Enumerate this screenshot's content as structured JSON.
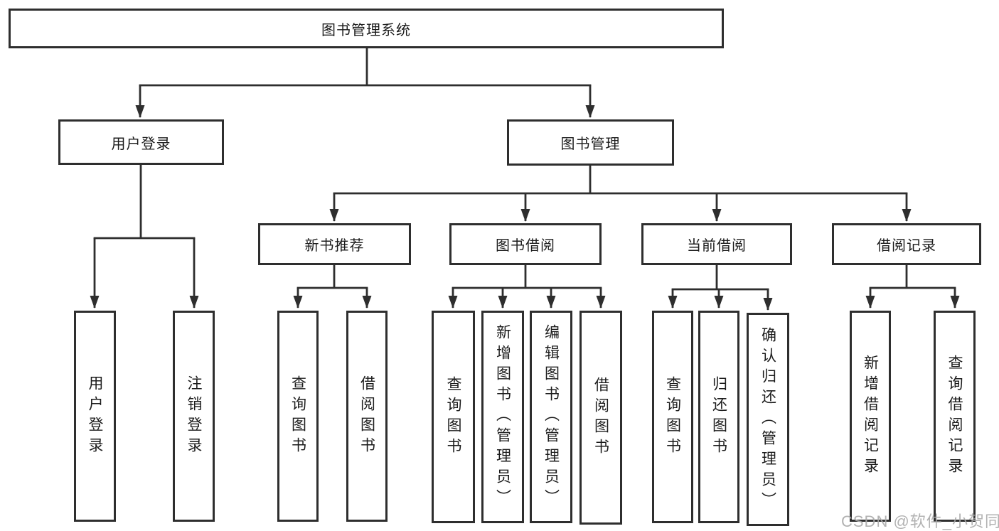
{
  "diagram": {
    "type": "hierarchy-tree",
    "colors": {
      "line": "#2e2e2e",
      "box_border": "#2e2e2e",
      "box_fill": "#ffffff",
      "text": "#1c1c1c",
      "watermark": "#aaaaaa",
      "background": "#ffffff"
    },
    "nodes": {
      "root": {
        "label": "图书管理系统"
      },
      "login_group": {
        "label": "用户登录"
      },
      "book_mgmt": {
        "label": "图书管理"
      },
      "user_login": {
        "label": "用户登录"
      },
      "logout": {
        "label": "注销登录"
      },
      "new_book_rec": {
        "label": "新书推荐"
      },
      "book_borrow": {
        "label": "图书借阅"
      },
      "current_borrow": {
        "label": "当前借阅"
      },
      "borrow_records": {
        "label": "借阅记录"
      },
      "rec_query_book": {
        "label": "查询图书"
      },
      "rec_borrow_book": {
        "label": "借阅图书"
      },
      "bb_query_book": {
        "label": "查询图书"
      },
      "bb_add_book": {
        "label": "新增图书（管理员）"
      },
      "bb_edit_book": {
        "label": "编辑图书（管理员）"
      },
      "bb_borrow_book": {
        "label": "借阅图书"
      },
      "cb_query_book": {
        "label": "查询图书"
      },
      "cb_return_book": {
        "label": "归还图书"
      },
      "cb_confirm_return": {
        "label": "确认归还（管理员）"
      },
      "br_add_record": {
        "label": "新增借阅记录"
      },
      "br_query_record": {
        "label": "查询借阅记录"
      }
    },
    "edges": [
      [
        "root",
        "login_group"
      ],
      [
        "root",
        "book_mgmt"
      ],
      [
        "login_group",
        "user_login"
      ],
      [
        "login_group",
        "logout"
      ],
      [
        "book_mgmt",
        "new_book_rec"
      ],
      [
        "book_mgmt",
        "book_borrow"
      ],
      [
        "book_mgmt",
        "current_borrow"
      ],
      [
        "book_mgmt",
        "borrow_records"
      ],
      [
        "new_book_rec",
        "rec_query_book"
      ],
      [
        "new_book_rec",
        "rec_borrow_book"
      ],
      [
        "book_borrow",
        "bb_query_book"
      ],
      [
        "book_borrow",
        "bb_add_book"
      ],
      [
        "book_borrow",
        "bb_edit_book"
      ],
      [
        "book_borrow",
        "bb_borrow_book"
      ],
      [
        "current_borrow",
        "cb_query_book"
      ],
      [
        "current_borrow",
        "cb_return_book"
      ],
      [
        "current_borrow",
        "cb_confirm_return"
      ],
      [
        "borrow_records",
        "br_add_record"
      ],
      [
        "borrow_records",
        "br_query_record"
      ]
    ],
    "watermark": "CSDN @软件_小贺同学"
  }
}
